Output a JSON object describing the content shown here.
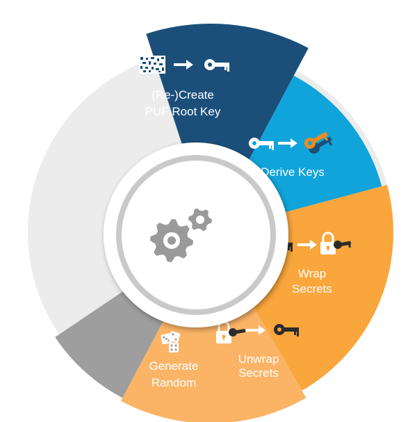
{
  "segments": [
    {
      "id": "recreate",
      "label_lines": [
        "(Re-)Create",
        "PUF Root Key"
      ],
      "color": "#1b4f7a",
      "icon": "noise-pattern-to-key-icon"
    },
    {
      "id": "derive",
      "label_lines": [
        "Derive Keys"
      ],
      "color": "#10a4da",
      "icon": "key-to-orange-keys-icon"
    },
    {
      "id": "wrap",
      "label_lines": [
        "Wrap",
        "Secrets"
      ],
      "color": "#f9a63c",
      "icon": "key-to-padlock-icon"
    },
    {
      "id": "unwrap",
      "label_lines": [
        "Unwrap",
        "Secrets"
      ],
      "color": "#fbb466",
      "icon": "padlock-to-key-icon"
    },
    {
      "id": "random",
      "label_lines": [
        "Generate",
        "Random"
      ],
      "color": "#9e9e9e",
      "icon": "dice-icon"
    }
  ],
  "background_ring_color": "#ececec",
  "hub": {
    "icon": "gears-icon",
    "ring_color": "#c9c9c9",
    "gear_color": "#9a9a9a"
  }
}
